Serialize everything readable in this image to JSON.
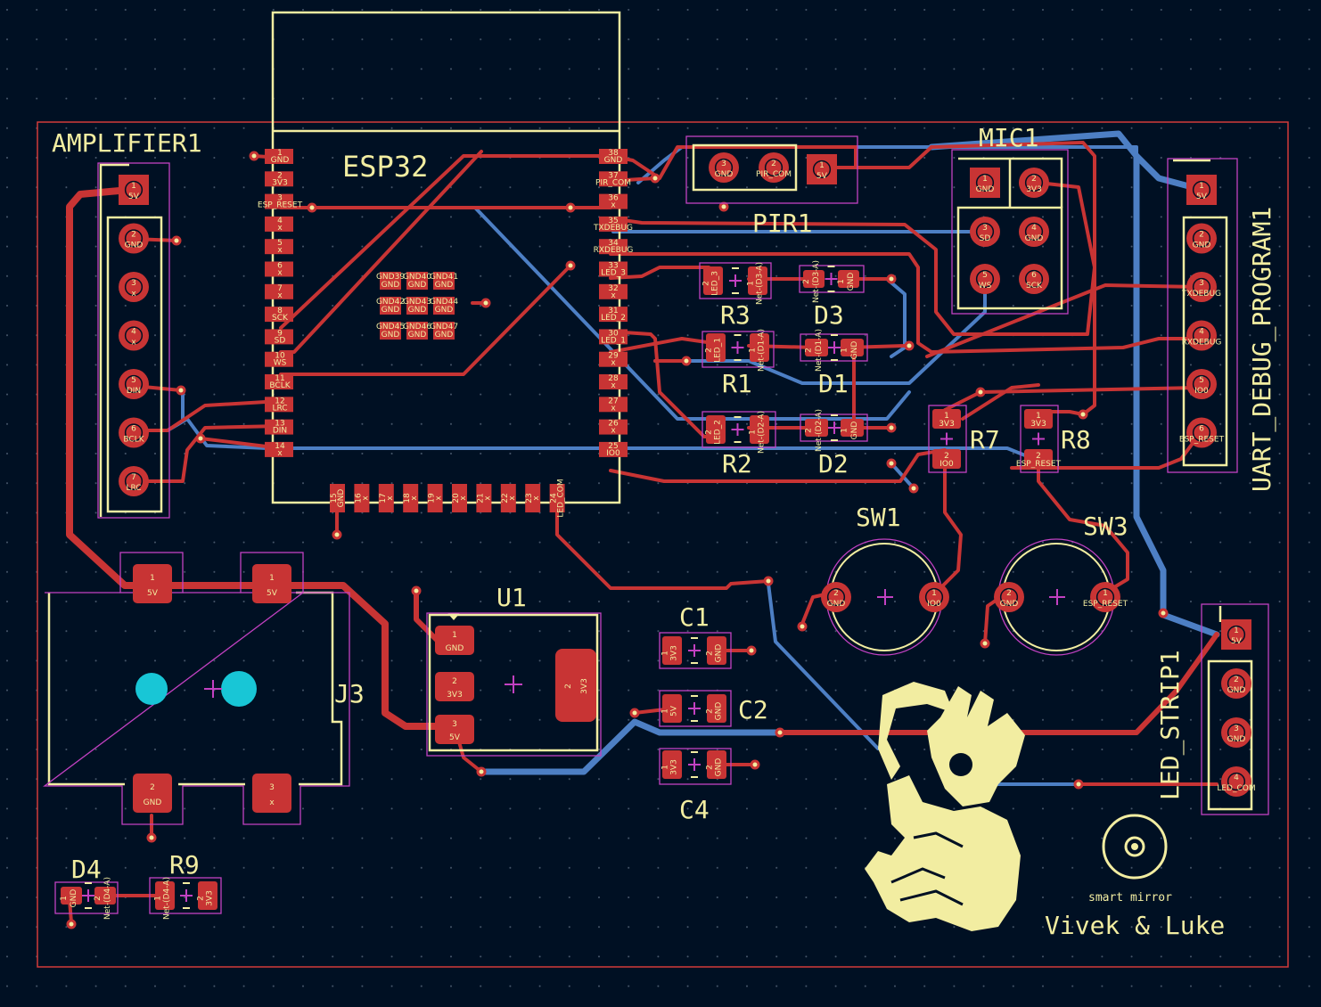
{
  "colors": {
    "background": "#001023",
    "edge_cuts": "#d23a3a",
    "front_copper": "#c83434",
    "back_copper": "#4d7fc4",
    "silkscreen": "#f2eda1",
    "courtyard": "#c241c2",
    "via_hole": "#18c6d6"
  },
  "refs": {
    "amplifier": "AMPLIFIER1",
    "esp": "ESP32",
    "mic": "MIC1",
    "pir": "PIR1",
    "uart": "UART_DEBUG_PROGRAM1",
    "led_strip": "LED_STRIP1",
    "r1": "R1",
    "r2": "R2",
    "r3": "R3",
    "r7": "R7",
    "r8": "R8",
    "r9": "R9",
    "d1": "D1",
    "d2": "D2",
    "d3": "D3",
    "d4": "D4",
    "c1": "C1",
    "c2": "C2",
    "c4": "C4",
    "sw1": "SW1",
    "sw3": "SW3",
    "u1": "U1",
    "j3": "J3"
  },
  "logo": {
    "caption": "smart mirror",
    "authors": "Vivek & Luke"
  },
  "amplifier_pins": [
    {
      "num": "1",
      "net": "5V"
    },
    {
      "num": "2",
      "net": "GND"
    },
    {
      "num": "3",
      "net": "x"
    },
    {
      "num": "4",
      "net": "x"
    },
    {
      "num": "5",
      "net": "DIN"
    },
    {
      "num": "6",
      "net": "BCLK"
    },
    {
      "num": "7",
      "net": "LRC"
    }
  ],
  "uart_pins": [
    {
      "num": "1",
      "net": "5V"
    },
    {
      "num": "2",
      "net": "GND"
    },
    {
      "num": "3",
      "net": "TXDEBUG"
    },
    {
      "num": "4",
      "net": "RXDEBUG"
    },
    {
      "num": "5",
      "net": "IO0"
    },
    {
      "num": "6",
      "net": "ESP_RESET"
    }
  ],
  "led_strip_pins": [
    {
      "num": "1",
      "net": "5V"
    },
    {
      "num": "2",
      "net": "GND"
    },
    {
      "num": "3",
      "net": "GND"
    },
    {
      "num": "4",
      "net": "LED_COM"
    }
  ],
  "mic_pins": [
    {
      "num": "1",
      "net": "GND"
    },
    {
      "num": "2",
      "net": "3V3"
    },
    {
      "num": "3",
      "net": "SD"
    },
    {
      "num": "4",
      "net": "GND"
    },
    {
      "num": "5",
      "net": "WS"
    },
    {
      "num": "6",
      "net": "SCK"
    }
  ],
  "pir_pins": [
    {
      "num": "3",
      "net": "GND"
    },
    {
      "num": "2",
      "net": "PIR_COM"
    },
    {
      "num": "1",
      "net": "5V"
    }
  ],
  "esp_left_pins": [
    {
      "num": "1",
      "net": "GND"
    },
    {
      "num": "2",
      "net": "3V3"
    },
    {
      "num": "3",
      "net": "ESP_RESET"
    },
    {
      "num": "4",
      "net": "x"
    },
    {
      "num": "5",
      "net": "x"
    },
    {
      "num": "6",
      "net": "x"
    },
    {
      "num": "7",
      "net": "x"
    },
    {
      "num": "8",
      "net": "SCK"
    },
    {
      "num": "9",
      "net": "SD"
    },
    {
      "num": "10",
      "net": "WS"
    },
    {
      "num": "11",
      "net": "BCLK"
    },
    {
      "num": "12",
      "net": "LRC"
    },
    {
      "num": "13",
      "net": "DIN"
    },
    {
      "num": "14",
      "net": "x"
    }
  ],
  "esp_right_pins": [
    {
      "num": "38",
      "net": "GND"
    },
    {
      "num": "37",
      "net": "PIR_COM"
    },
    {
      "num": "36",
      "net": "x"
    },
    {
      "num": "35",
      "net": "TXDEBUG"
    },
    {
      "num": "34",
      "net": "RXDEBUG"
    },
    {
      "num": "33",
      "net": "LED_3"
    },
    {
      "num": "32",
      "net": "x"
    },
    {
      "num": "31",
      "net": "LED_2"
    },
    {
      "num": "30",
      "net": "LED_1"
    },
    {
      "num": "29",
      "net": "x"
    },
    {
      "num": "28",
      "net": "x"
    },
    {
      "num": "27",
      "net": "x"
    },
    {
      "num": "26",
      "net": "x"
    },
    {
      "num": "25",
      "net": "IO0"
    }
  ],
  "esp_bottom_pins": [
    {
      "num": "15",
      "net": "GND"
    },
    {
      "num": "16",
      "net": "x"
    },
    {
      "num": "17",
      "net": "x"
    },
    {
      "num": "18",
      "net": "x"
    },
    {
      "num": "19",
      "net": "x"
    },
    {
      "num": "20",
      "net": "x"
    },
    {
      "num": "21",
      "net": "x"
    },
    {
      "num": "22",
      "net": "x"
    },
    {
      "num": "23",
      "net": "x"
    },
    {
      "num": "24",
      "net": "LED_COM"
    }
  ],
  "esp_thermal_pads": [
    {
      "num": "GND39",
      "net": "GND"
    },
    {
      "num": "GND40",
      "net": "GND"
    },
    {
      "num": "GND41",
      "net": "GND"
    },
    {
      "num": "GND42",
      "net": "GND"
    },
    {
      "num": "GND43",
      "net": "GND"
    },
    {
      "num": "GND44",
      "net": "GND"
    },
    {
      "num": "GND45",
      "net": "GND"
    },
    {
      "num": "GND46",
      "net": "GND"
    },
    {
      "num": "GND47",
      "net": "GND"
    }
  ],
  "j3_pins": [
    {
      "num": "1",
      "net": "5V"
    },
    {
      "num": "1",
      "net": "5V"
    },
    {
      "num": "2",
      "net": "GND"
    },
    {
      "num": "3",
      "net": "x"
    }
  ],
  "u1_pins": [
    {
      "num": "1",
      "net": "GND"
    },
    {
      "num": "2",
      "net": "3V3"
    },
    {
      "num": "3",
      "net": "5V"
    },
    {
      "num": "2",
      "net": "3V3"
    }
  ],
  "r1_pins": [
    {
      "num": "2",
      "net": "LED_1"
    },
    {
      "num": "1",
      "net": "Net-(D1-A)"
    }
  ],
  "r2_pins": [
    {
      "num": "2",
      "net": "LED_2"
    },
    {
      "num": "1",
      "net": "Net-(D2-A)"
    }
  ],
  "r3_pins": [
    {
      "num": "2",
      "net": "LED_3"
    },
    {
      "num": "1",
      "net": "Net-(D3-A)"
    }
  ],
  "d1_pins": [
    {
      "num": "2",
      "net": "Net-(D1-A)"
    },
    {
      "num": "1",
      "net": "GND"
    }
  ],
  "d2_pins": [
    {
      "num": "2",
      "net": "Net-(D2-A)"
    },
    {
      "num": "1",
      "net": "GND"
    }
  ],
  "d3_pins": [
    {
      "num": "2",
      "net": "Net-(D3-A)"
    },
    {
      "num": "1",
      "net": "GND"
    }
  ],
  "r7_pins": [
    {
      "num": "1",
      "net": "3V3"
    },
    {
      "num": "2",
      "net": "IO0"
    }
  ],
  "r8_pins": [
    {
      "num": "1",
      "net": "3V3"
    },
    {
      "num": "2",
      "net": "ESP_RESET"
    }
  ],
  "c1_pins": [
    {
      "num": "1",
      "net": "3V3"
    },
    {
      "num": "2",
      "net": "GND"
    }
  ],
  "c2_pins": [
    {
      "num": "1",
      "net": "5V"
    },
    {
      "num": "2",
      "net": "GND"
    }
  ],
  "c4_pins": [
    {
      "num": "1",
      "net": "3V3"
    },
    {
      "num": "2",
      "net": "GND"
    }
  ],
  "d4_pins": [
    {
      "num": "1",
      "net": "GND"
    },
    {
      "num": "2",
      "net": "Net-(D4-A)"
    }
  ],
  "r9_pins": [
    {
      "num": "1",
      "net": "Net-(D4-A)"
    },
    {
      "num": "2",
      "net": "3V3"
    }
  ],
  "sw1_pins": [
    {
      "num": "2",
      "net": "GND"
    },
    {
      "num": "1",
      "net": "IO0"
    }
  ],
  "sw3_pins": [
    {
      "num": "2",
      "net": "GND"
    },
    {
      "num": "1",
      "net": "ESP_RESET"
    }
  ]
}
